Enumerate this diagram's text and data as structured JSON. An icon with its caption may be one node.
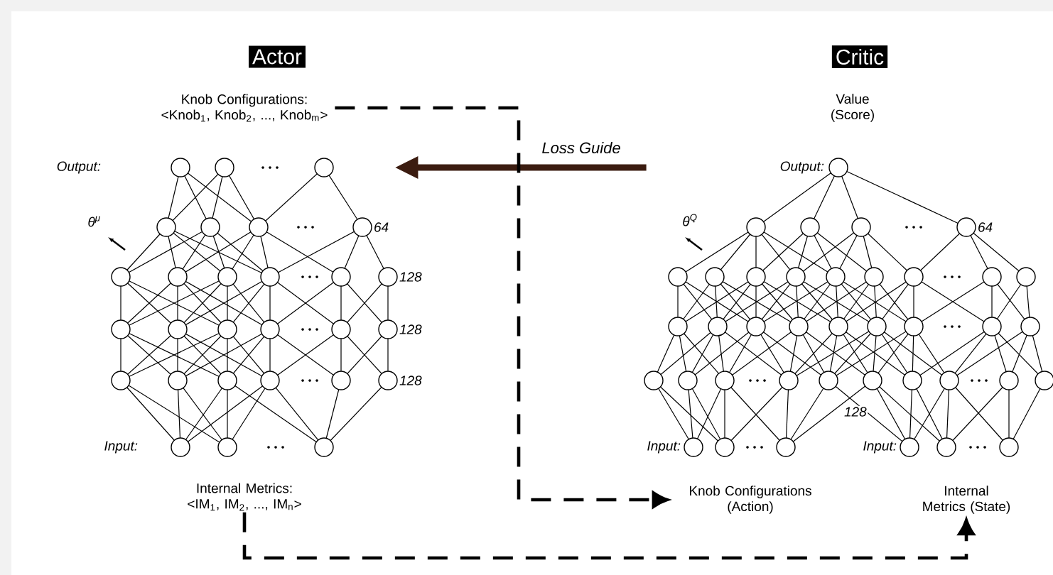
{
  "diagram": {
    "nodes": [
      {
        "text": [
          "Actor"
        ]
      },
      {
        "text": [
          "Critic"
        ]
      },
      {
        "text": [
          "Knob Configurations: <Knob$_{1}$, Knob$_{2}$, ..., Knob$_{m}$>"
        ]
      },
      {
        "text": [
          "Internal Metrics: <IM$_{1}$, IM$_{2}$, ..., IM$_{n}$>"
        ]
      },
      {
        "text": [
          "Value (Score)"
        ]
      },
      {
        "text": [
          "Knob Configurations (Action)"
        ]
      },
      {
        "text": [
          "Internal Metrics (State)"
        ]
      },
      {
        "text": [
          "Output:",
          "θ$^{μ}$",
          "64",
          "128",
          "128",
          "128",
          "Input:"
        ]
      },
      {
        "text": [
          "Output:",
          "θ$^{Q}$",
          "64",
          "128",
          "Input:",
          "Input:"
        ]
      }
    ],
    "edges": [
      {
        "from": 8,
        "to": 7,
        "arrow": "to",
        "label": "Loss Guide",
        "style": "thick",
        "color": "#3b1c10"
      },
      {
        "from": 2,
        "to": 5,
        "arrow": "to",
        "style": "dashed"
      },
      {
        "from": 3,
        "to": 6,
        "arrow": "to",
        "style": "dashed"
      }
    ]
  }
}
